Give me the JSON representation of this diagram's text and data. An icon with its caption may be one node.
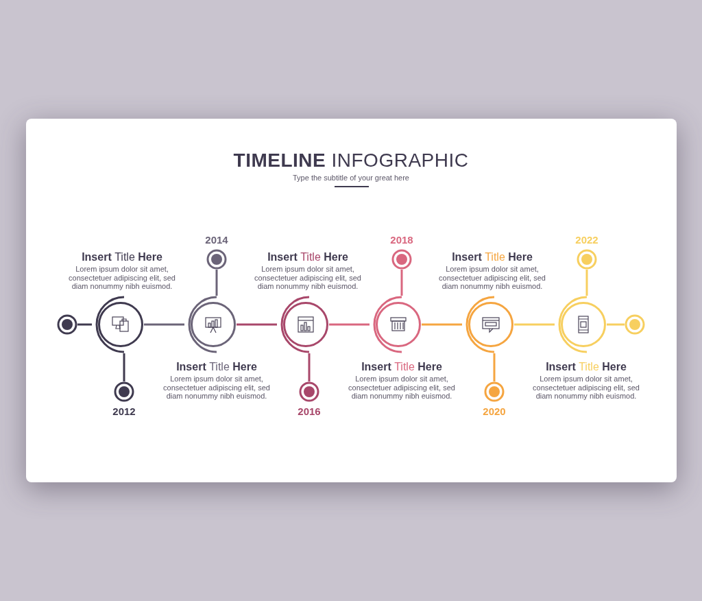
{
  "diagram": {
    "title": "**TIMELINE** INFOGRAPHIC",
    "nodes": [
      {
        "text": [],
        "shape": "circle"
      },
      {
        "text": [],
        "shape": "circle"
      },
      {
        "text": [],
        "shape": "circle",
        "beside": [
          "2012"
        ]
      },
      {
        "text": [],
        "shape": "circle"
      },
      {
        "text": [],
        "shape": "circle",
        "beside": [
          "2014"
        ]
      },
      {
        "text": [],
        "shape": "circle"
      },
      {
        "text": [],
        "shape": "circle",
        "beside": [
          "2016"
        ]
      },
      {
        "text": [],
        "shape": "circle"
      },
      {
        "text": [],
        "shape": "circle",
        "beside": [
          "2018"
        ]
      },
      {
        "text": [],
        "shape": "circle"
      },
      {
        "text": [],
        "shape": "circle",
        "beside": [
          "2020"
        ]
      },
      {
        "text": [],
        "shape": "circle"
      },
      {
        "text": [],
        "shape": "circle",
        "beside": [
          "2022"
        ]
      },
      {
        "text": [],
        "shape": "circle"
      }
    ],
    "edges": [
      {
        "from": 0,
        "to": 1,
        "arrow": "none",
        "color": "#3f3a4f"
      },
      {
        "from": 1,
        "to": 2,
        "arrow": "none",
        "color": "#3f3a4f"
      },
      {
        "from": 1,
        "to": 3,
        "arrow": "none",
        "color": "#6b6478"
      },
      {
        "from": 3,
        "to": 4,
        "arrow": "none",
        "color": "#6b6478"
      },
      {
        "from": 3,
        "to": 5,
        "arrow": "none",
        "color": "#a8476a"
      },
      {
        "from": 5,
        "to": 6,
        "arrow": "none",
        "color": "#a8476a"
      },
      {
        "from": 5,
        "to": 7,
        "arrow": "none",
        "color": "#d9677f"
      },
      {
        "from": 7,
        "to": 8,
        "arrow": "none",
        "color": "#d9677f"
      },
      {
        "from": 7,
        "to": 9,
        "arrow": "none",
        "color": "#f5a540"
      },
      {
        "from": 9,
        "to": 10,
        "arrow": "none",
        "color": "#f5a540"
      },
      {
        "from": 9,
        "to": 11,
        "arrow": "none",
        "color": "#f7cf5f"
      },
      {
        "from": 11,
        "to": 12,
        "arrow": "none",
        "color": "#f7cf5f"
      },
      {
        "from": 11,
        "to": 13,
        "arrow": "none",
        "color": "#f7cf5f"
      }
    ],
    "labels": [
      "Type the subtitle of your great here",
      "Insert Title Here",
      "Lorem ipsum dolor sit amet, consectetuer adipiscing elit, sed diam nonummy nibh euismod.",
      "Insert Title Here",
      "Lorem ipsum dolor sit amet, consectetuer adipiscing elit, sed diam nonummy nibh euismod.",
      "Insert Title Here",
      "Lorem ipsum dolor sit amet, consectetuer adipiscing elit, sed diam nonummy nibh euismod.",
      "Insert Title Here",
      "Lorem ipsum dolor sit amet, consectetuer adipiscing elit, sed diam nonummy nibh euismod.",
      "Insert Title Here",
      "Lorem ipsum dolor sit amet, consectetuer adipiscing elit, sed diam nonummy nibh euismod.",
      "Insert Title Here",
      "Lorem ipsum dolor sit amet, consectetuer adipiscing elit, sed diam nonummy nibh euismod."
    ]
  }
}
